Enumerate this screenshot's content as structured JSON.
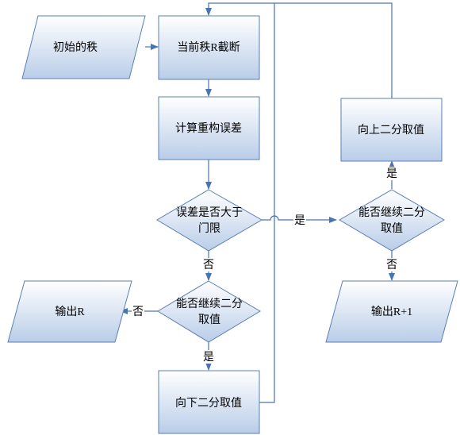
{
  "colors": {
    "node_fill_top": "#ffffff",
    "node_fill_bottom": "#b9cde8",
    "node_stroke": "#5a7fb3",
    "arrow": "#4a73b3"
  },
  "nodes": {
    "initial_rank": "初始的秩",
    "truncate": "当前秩R截断",
    "compute_error": "计算重构误差",
    "error_check_line1": "误差是否大于",
    "error_check_line2": "门限",
    "continue_left_line1": "能否继续二分",
    "continue_left_line2": "取值",
    "output_r": "输出R",
    "bisect_down": "向下二分取值",
    "continue_right_line1": "能否继续二分",
    "continue_right_line2": "取值",
    "bisect_up": "向上二分取值",
    "output_r_plus_1": "输出R+1"
  },
  "edge_labels": {
    "error_yes": "是",
    "error_no": "否",
    "left_no": "否",
    "left_yes": "是",
    "right_yes": "是",
    "right_no": "否"
  }
}
